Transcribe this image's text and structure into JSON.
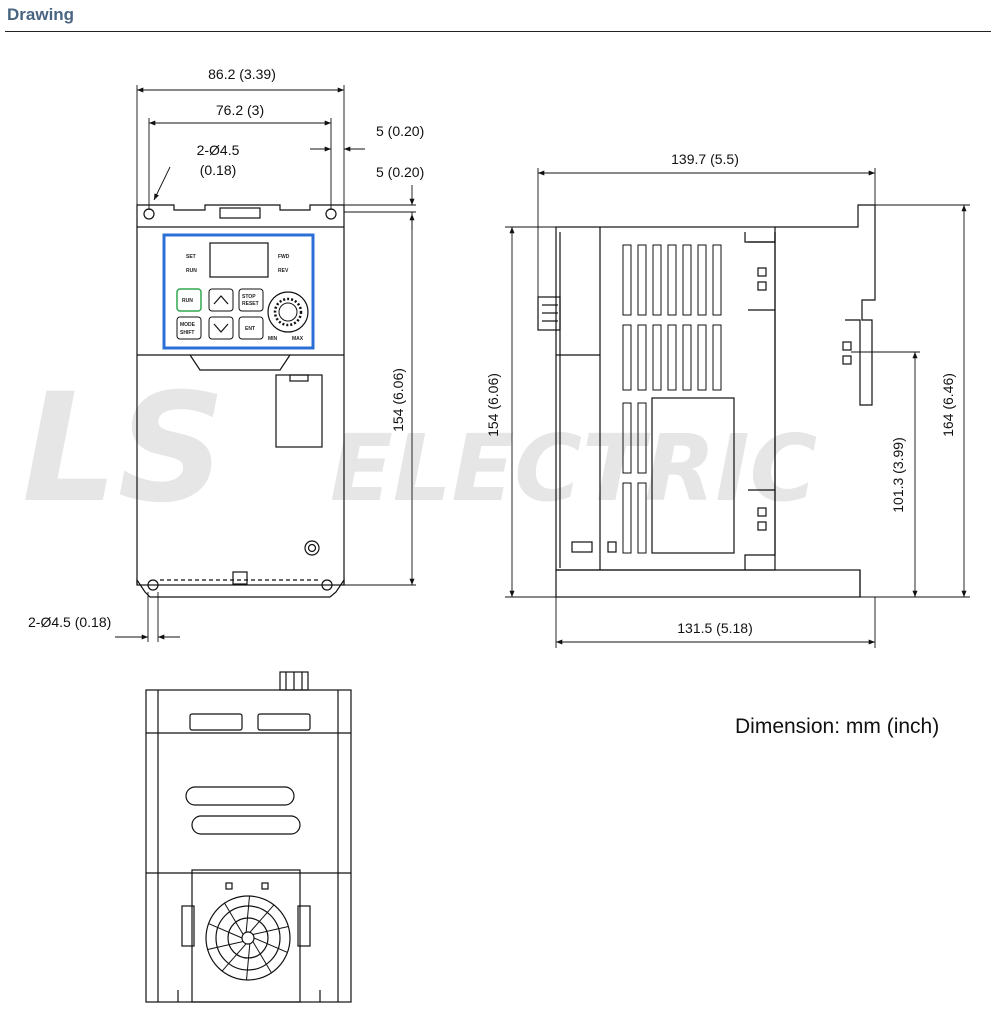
{
  "header": {
    "title": "Drawing"
  },
  "watermark": {
    "logo": "LS",
    "word": "ELECTRIC"
  },
  "front_view": {
    "width_total": "86.2 (3.39)",
    "width_holes": "76.2 (3)",
    "offset_right": "5 (0.20)",
    "offset_top": "5 (0.20)",
    "hole_top_line1": "2-Ø4.5",
    "hole_top_line2": "(0.18)",
    "hole_bottom": "2-Ø4.5 (0.18)",
    "height": "154 (6.06)"
  },
  "keypad": {
    "set": "SET",
    "fwd": "FWD",
    "run_ind": "RUN",
    "rev": "REV",
    "run_btn": "RUN",
    "stop": "STOP",
    "reset": "RESET",
    "mode": "MODE",
    "shift": "SHIFT",
    "ent": "ENT",
    "min": "MIN",
    "max": "MAX"
  },
  "side_view": {
    "depth_total": "139.7 (5.5)",
    "depth_base": "131.5 (5.18)",
    "height_left": "154 (6.06)",
    "height_total": "164 (6.46)",
    "height_mount": "101.3 (3.99)"
  },
  "note": "Dimension: mm (inch)",
  "colors": {
    "header_text": "#4a6582",
    "keypad_border": "#2b6fd6",
    "run_button": "#2fa84f"
  }
}
